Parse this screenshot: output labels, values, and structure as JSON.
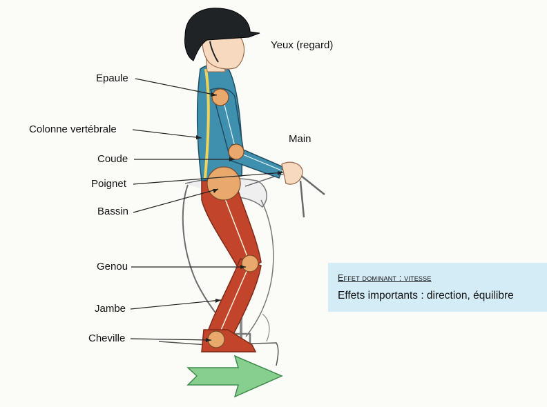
{
  "labels": {
    "eyes": "Yeux (regard)",
    "shoulder": "Epaule",
    "spine": "Colonne vertébrale",
    "hand": "Main",
    "elbow": "Coude",
    "wrist": "Poignet",
    "pelvis": "Bassin",
    "knee": "Genou",
    "leg": "Jambe",
    "ankle": "Cheville"
  },
  "info_box": {
    "title": "Effet dominant : vitesse",
    "text": "Effets importants : direction, équilibre"
  },
  "colors": {
    "helmet": "#1f2326",
    "shirt": "#3f8fae",
    "spine_line": "#f1d35a",
    "trousers": "#c2452b",
    "joint": "#e9a86c",
    "arrow": "#86cf8e",
    "info_bg": "#d4ecf6"
  }
}
